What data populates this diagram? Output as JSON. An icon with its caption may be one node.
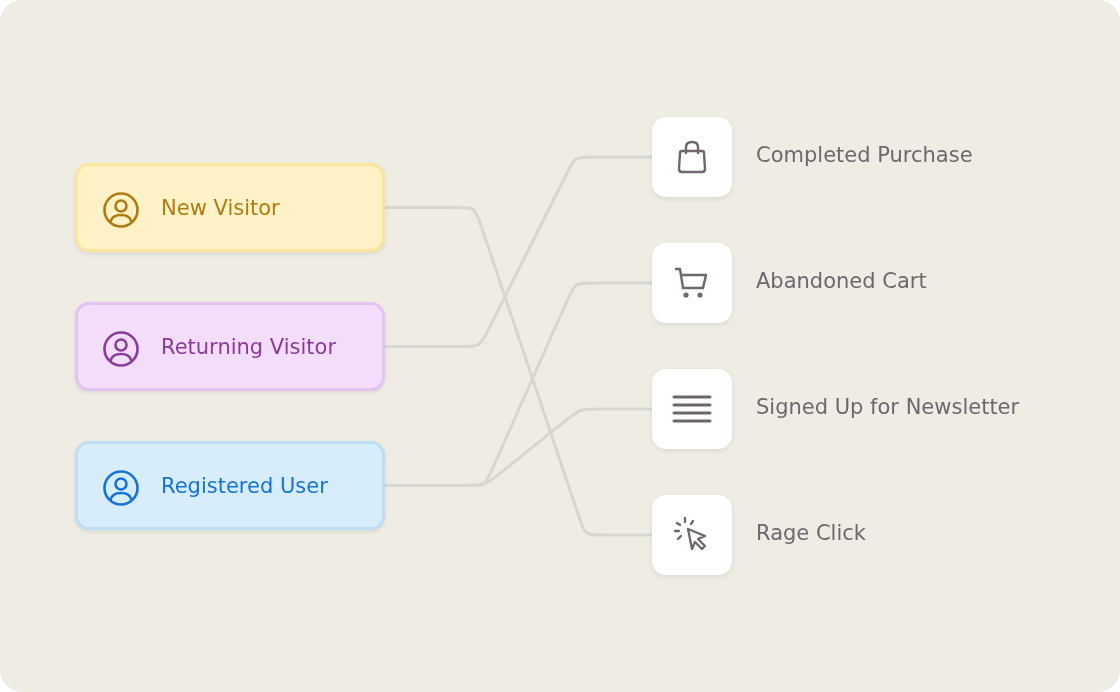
{
  "diagram": {
    "nodes": [
      {
        "text": [
          "New Visitor"
        ]
      },
      {
        "text": [
          "Returning Visitor"
        ]
      },
      {
        "text": [
          "Registered User"
        ]
      },
      {
        "text": [
          "Completed Purchase"
        ]
      },
      {
        "text": [
          "Abandoned Cart"
        ]
      },
      {
        "text": [
          "Signed Up for Newsletter"
        ]
      },
      {
        "text": [
          "Rage Click"
        ]
      }
    ],
    "edges": [
      {
        "from": 0,
        "to": 6,
        "arrow": "none"
      },
      {
        "from": 1,
        "to": 3,
        "arrow": "none"
      },
      {
        "from": 2,
        "to": 4,
        "arrow": "none"
      },
      {
        "from": 2,
        "to": 5,
        "arrow": "none"
      }
    ]
  }
}
